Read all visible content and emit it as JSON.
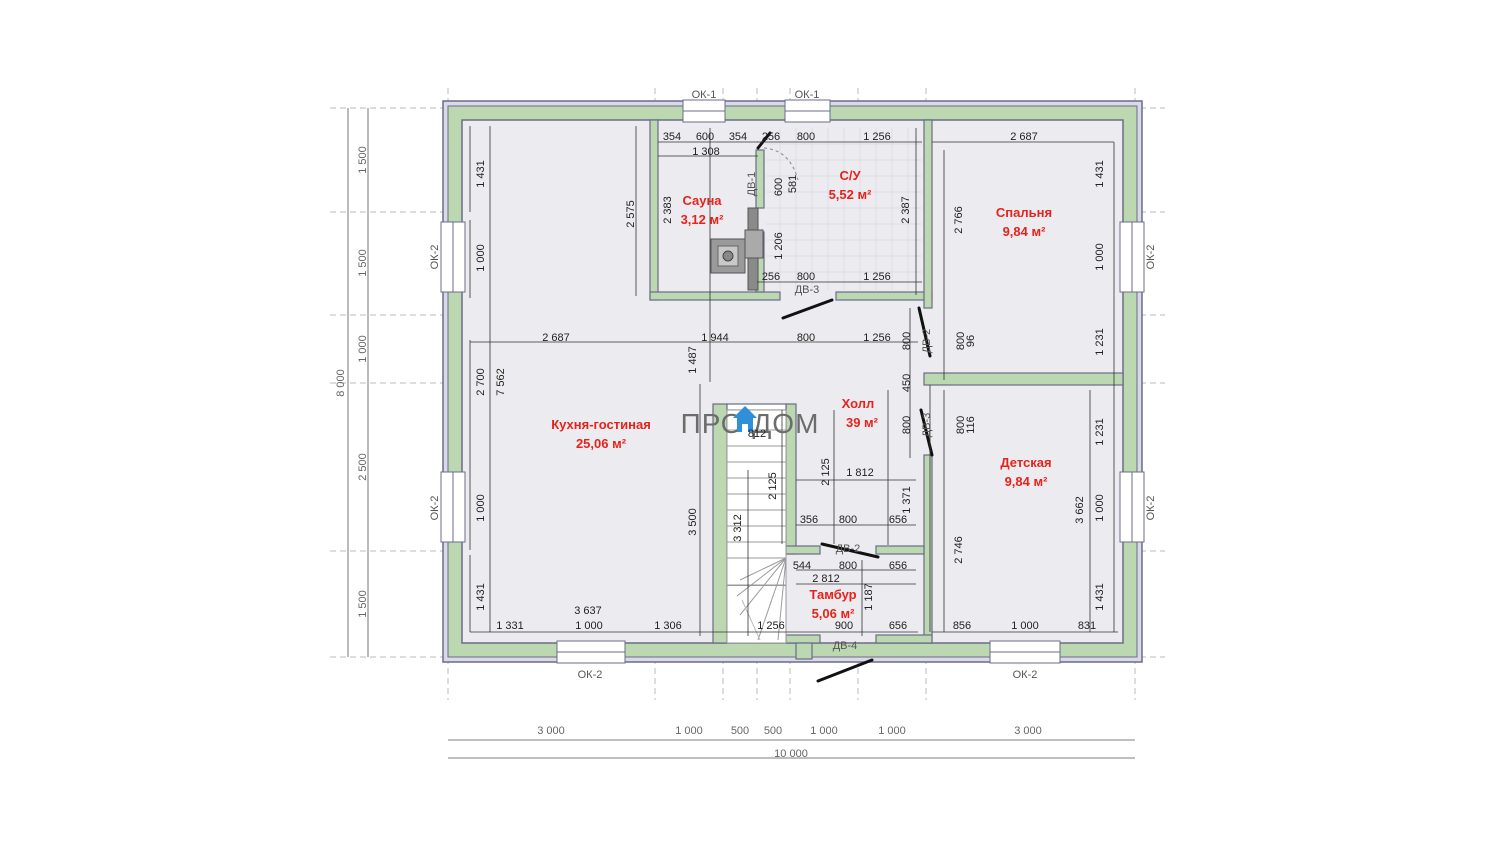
{
  "watermark": "ПРО ДОМ",
  "rooms": {
    "kitchen": {
      "name": "Кухня-гостиная",
      "area": "25,06 м²"
    },
    "sauna": {
      "name": "Сауна",
      "area": "3,12 м²"
    },
    "bath": {
      "name": "С/У",
      "area": "5,52 м²"
    },
    "bedroom": {
      "name": "Спальня",
      "area": "9,84 м²"
    },
    "hall": {
      "name": "Холл",
      "area": "39 м²"
    },
    "kids": {
      "name": "Детская",
      "area": "9,84 м²"
    },
    "vestibule": {
      "name": "Тамбур",
      "area": "5,06 м²"
    }
  },
  "windows": {
    "ok1": "ОК-1",
    "ok2": "ОК-2"
  },
  "doors": {
    "dv1": "ДВ-1",
    "dv2": "ДВ-2",
    "dv3": "ДВ-3",
    "dv4": "ДВ-4"
  },
  "axes": {
    "bottom": [
      "3 000",
      "1 000",
      "500",
      "500",
      "1 000",
      "1 000",
      "3 000"
    ],
    "bottom_total": "10 000",
    "left": [
      "1 500",
      "1 500",
      "1 000",
      "2 500",
      "1 500"
    ],
    "left_total": "8 000"
  },
  "dims": {
    "d354": "354",
    "d600": "600",
    "d256": "256",
    "d800": "800",
    "d1256": "1 256",
    "d1308": "1 308",
    "d2687": "2 687",
    "d1431": "1 431",
    "d1000": "1 000",
    "d2575": "2 575",
    "d2383": "2 383",
    "d581": "581",
    "d2387": "2 387",
    "d1206": "1 206",
    "d2766": "2 766",
    "d1944": "1 944",
    "d1487": "1 487",
    "d96": "96",
    "d450": "450",
    "d116": "116",
    "d1231": "1 231",
    "d2700": "2 700",
    "d7562": "7 562",
    "d812": "812",
    "d2125": "2 125",
    "d1812": "1 812",
    "d1371": "1 371",
    "d3500": "3 500",
    "d3312": "3 312",
    "d356": "356",
    "d656": "656",
    "d544": "544",
    "d2812": "2 812",
    "d1187": "1 187",
    "d3637": "3 637",
    "d1331": "1 331",
    "d1306": "1 306",
    "d900": "900",
    "d856": "856",
    "d831": "831",
    "d2746": "2 746",
    "d3662": "3 662"
  }
}
